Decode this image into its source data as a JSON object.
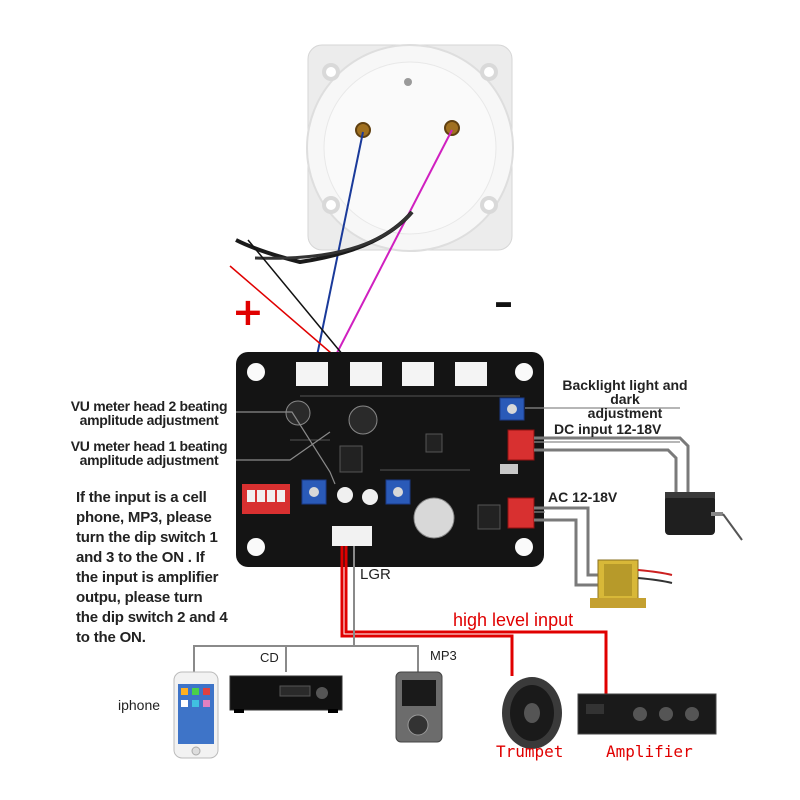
{
  "meter": {
    "plus_symbol": "+",
    "minus_symbol": "–"
  },
  "labels": {
    "vu_head_2": {
      "line1": "VU meter head 2 beating",
      "line2": "amplitude adjustment"
    },
    "vu_head_1": {
      "line1": "VU meter head 1 beating",
      "line2": "amplitude adjustment"
    },
    "backlight": {
      "line1": "Backlight light and dark",
      "line2": "adjustment"
    },
    "dc_input": "DC input 12-18V",
    "ac_input": "AC 12-18V",
    "dip_note": [
      "If the input is a cell",
      "phone, MP3, please",
      "turn the dip switch 1",
      "and 3 to the ON . If",
      "the input is amplifier",
      "outpu, please turn",
      "the dip switch 2 and 4",
      "to the ON."
    ],
    "lgr": "LGR",
    "high_level_input": "high level input"
  },
  "devices": {
    "iphone": "iphone",
    "cd": "CD",
    "mp3": "MP3",
    "trumpet": "Trumpet",
    "amplifier": "Amplifier"
  },
  "colors": {
    "high_level_wire": "#e00000",
    "board": "#141414",
    "trimpot": "#2a5ab8",
    "terminal": "#d83030"
  }
}
